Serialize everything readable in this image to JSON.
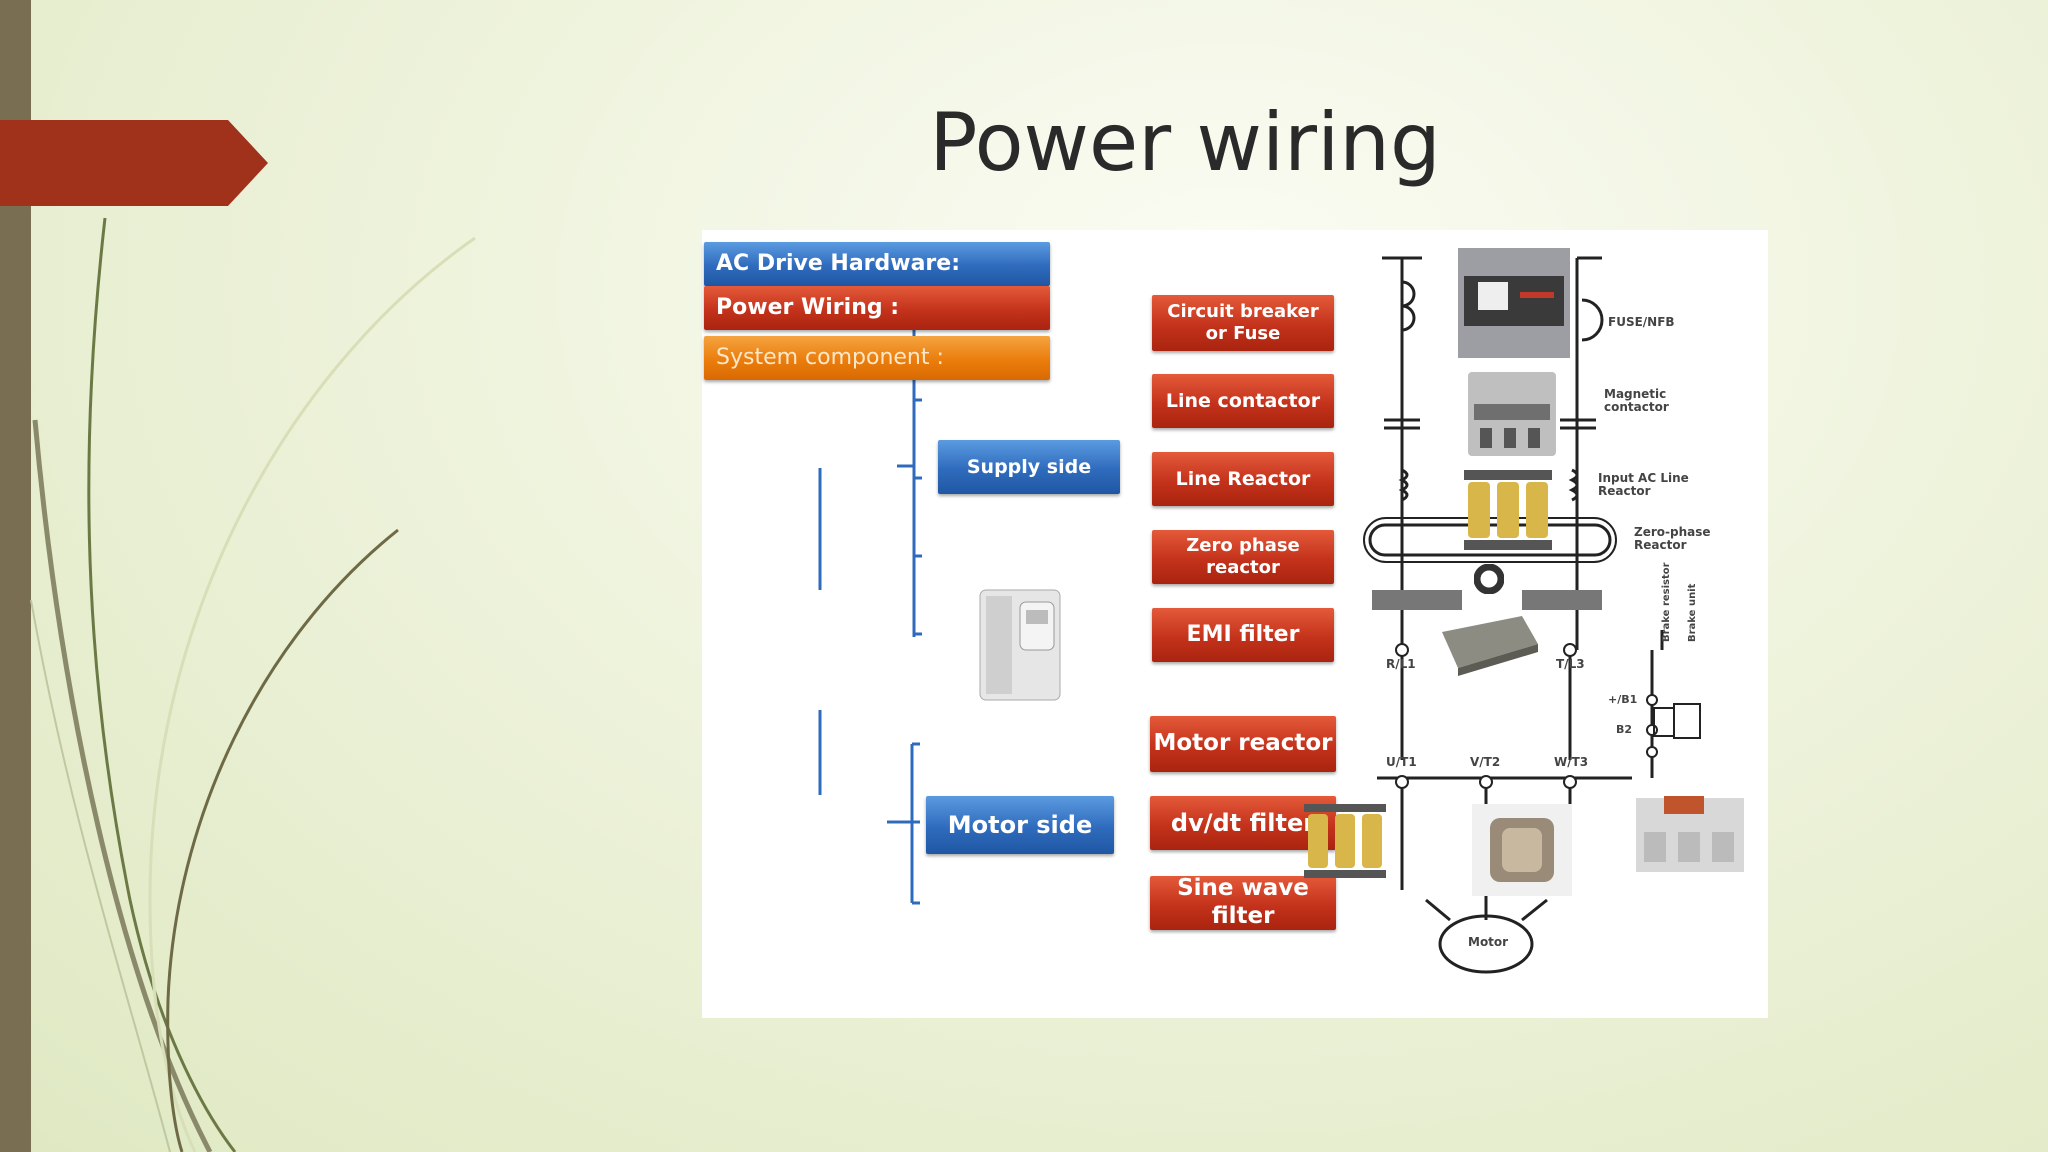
{
  "slide": {
    "title": "Power wiring"
  },
  "diagram": {
    "header": {
      "hardware": "AC Drive Hardware:",
      "power_wiring": "Power Wiring :",
      "system_component": "System component :"
    },
    "supply_side": {
      "label": "Supply side",
      "items": [
        "Circuit breaker or Fuse",
        "Line contactor",
        "Line Reactor",
        "Zero phase reactor",
        "EMI filter"
      ]
    },
    "motor_side": {
      "label": "Motor side",
      "items": [
        "Motor reactor",
        "dv/dt filter",
        "Sine wave filter"
      ]
    },
    "schematic": {
      "fuse_label": "FUSE/NFB",
      "contactor_label": "Magnetic contactor",
      "reactor_label": "Input AC Line Reactor",
      "zero_phase_label": "Zero-phase Reactor",
      "input_terminal_left": "R/L1",
      "input_terminal_right": "T/L3",
      "output_terminals": [
        "U/T1",
        "V/T2",
        "W/T3"
      ],
      "brake_labels": [
        "+/B1",
        "B2",
        "Brake resistor",
        "Brake unit"
      ],
      "motor_label": "Motor"
    },
    "colors": {
      "blue": "#2f6bbd",
      "red": "#c4321b",
      "orange": "#ea7d0c",
      "accent": "#a0311a"
    }
  }
}
